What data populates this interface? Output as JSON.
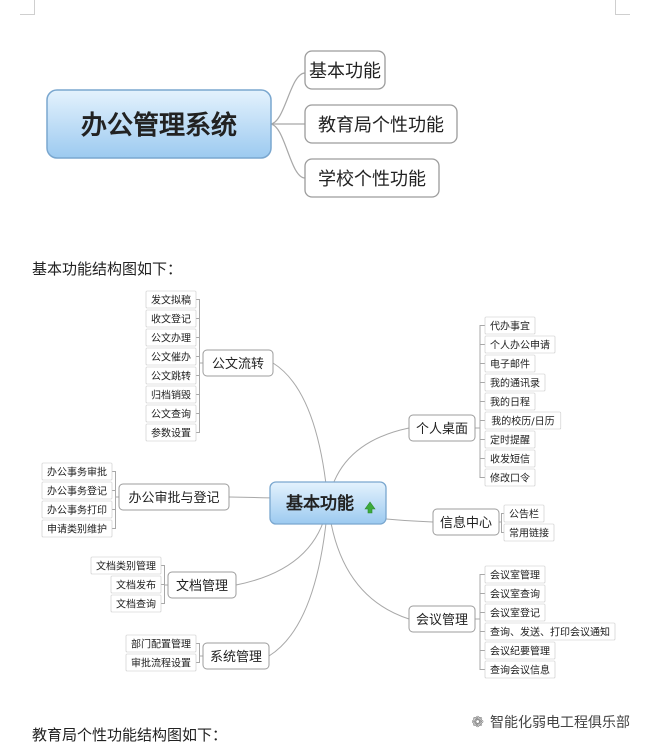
{
  "top_map": {
    "center": "办公管理系统",
    "branches": [
      "基本功能",
      "教育局个性功能",
      "学校个性功能"
    ]
  },
  "captions": {
    "basic": "基本功能结构图如下：",
    "edu": "教育局个性功能结构图如下："
  },
  "basic_map": {
    "center": "基本功能",
    "center_icon": "green-arrow-icon",
    "left": [
      {
        "id": "gwlz",
        "label": "公文流转",
        "children": [
          "发文拟稿",
          "收文登记",
          "公文办理",
          "公文催办",
          "公文跳转",
          "归档销毁",
          "公文查询",
          "参数设置"
        ]
      },
      {
        "id": "bgsp",
        "label": "办公审批与登记",
        "children": [
          "办公事务审批",
          "办公事务登记",
          "办公事务打印",
          "申请类别维护"
        ]
      },
      {
        "id": "wdgl",
        "label": "文档管理",
        "children": [
          "文档类别管理",
          "文档发布",
          "文档查询"
        ]
      },
      {
        "id": "xtgl",
        "label": "系统管理",
        "children": [
          "部门配置管理",
          "审批流程设置"
        ]
      }
    ],
    "right": [
      {
        "id": "grzm",
        "label": "个人桌面",
        "children": [
          "代办事宜",
          "个人办公申请",
          "电子邮件",
          "我的通讯录",
          "我的日程",
          "我的校历/日历",
          "定时提醒",
          "收发短信",
          "修改口令"
        ]
      },
      {
        "id": "xxzx",
        "label": "信息中心",
        "children": [
          "公告栏",
          "常用链接"
        ]
      },
      {
        "id": "hygl",
        "label": "会议管理",
        "children": [
          "会议室管理",
          "会议室查询",
          "会议室登记",
          "查询、发送、打印会议通知",
          "会议纪要管理",
          "查询会议信息"
        ]
      }
    ]
  },
  "watermark": {
    "icon": "wechat-icon",
    "text": "智能化弱电工程俱乐部"
  },
  "colors": {
    "center_fill_top": "#d9ecfb",
    "center_fill_bottom": "#9ccaf0",
    "center_border": "#7aa7cf",
    "line": "#a8a8a8",
    "box_border": "#9c9c9c"
  }
}
